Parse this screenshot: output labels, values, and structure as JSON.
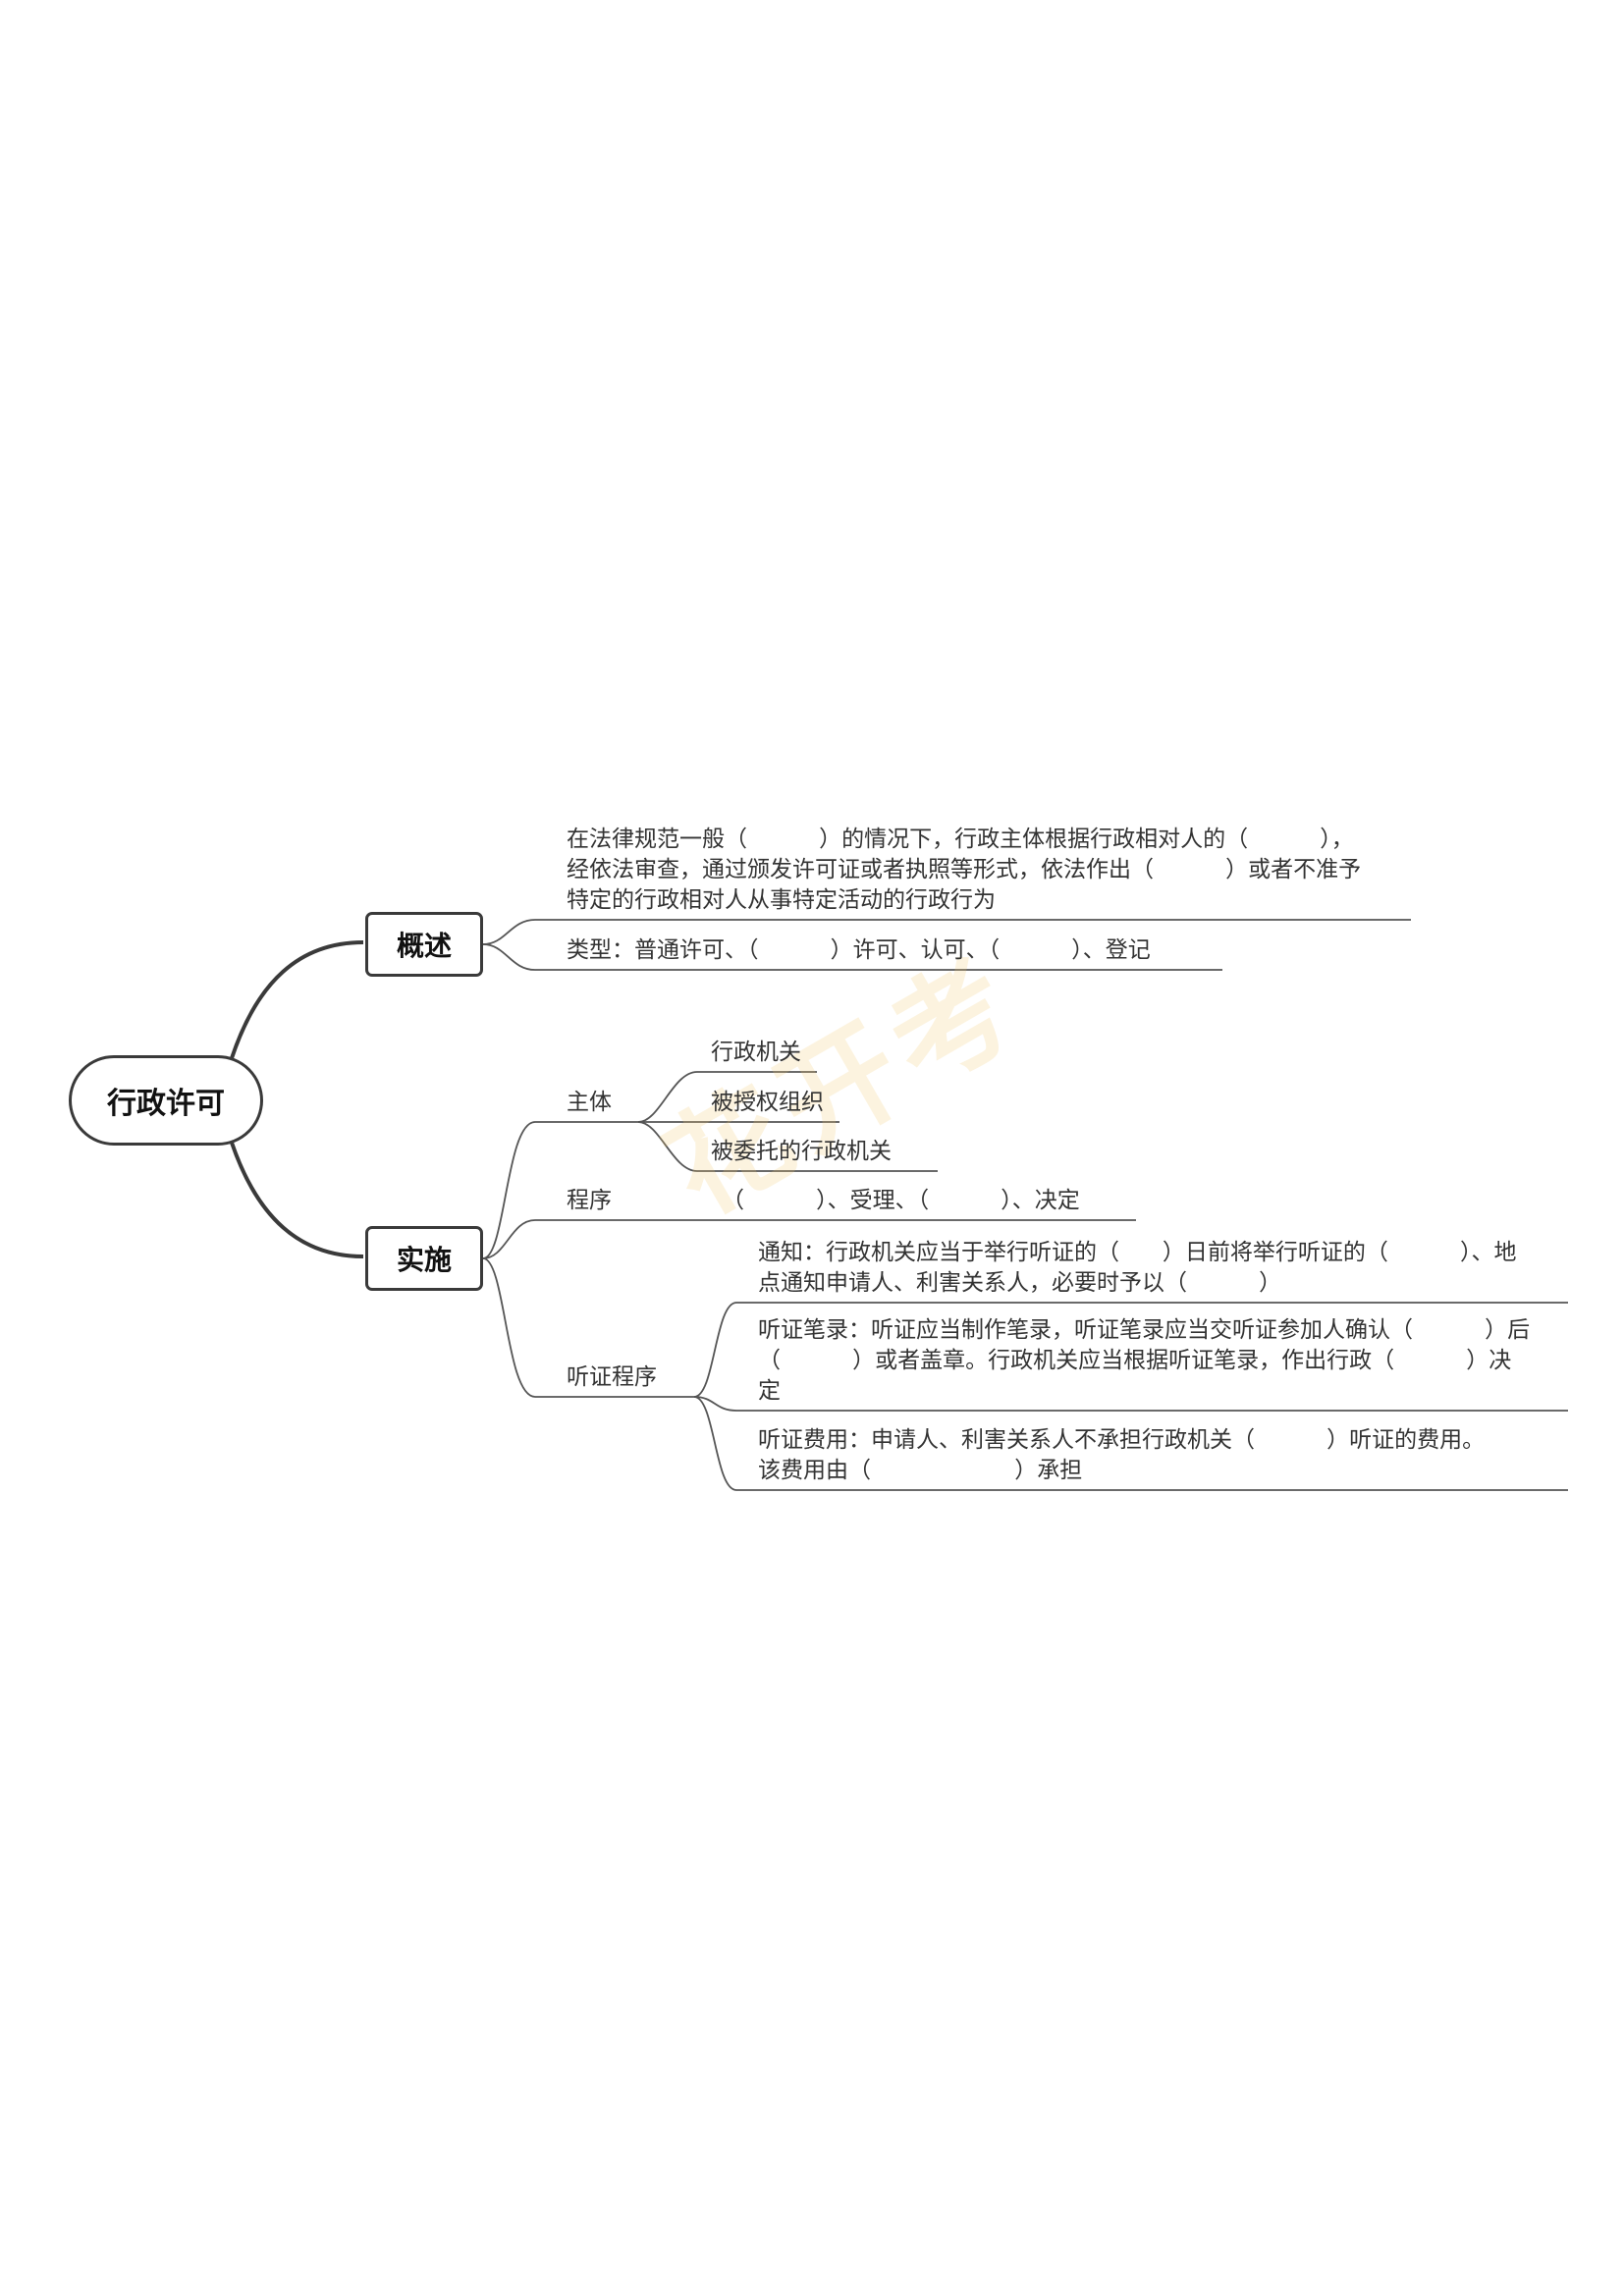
{
  "root": {
    "label": "行政许可"
  },
  "overview": {
    "label": "概述",
    "definition_lines": [
      "在法律规范一般（          ）的情况下，行政主体根据行政相对人的（          ），",
      "经依法审查，通过颁发许可证或者执照等形式，依法作出（          ）或者不准予",
      "特定的行政相对人从事特定活动的行政行为"
    ],
    "types": "类型：普通许可、（          ）许可、认可、（          ）、登记"
  },
  "implementation": {
    "label": "实施",
    "subject": {
      "label": "主体",
      "items": [
        "行政机关",
        "被授权组织",
        "被委托的行政机关"
      ]
    },
    "procedure": {
      "label": "程序",
      "text": "（          ）、受理、（          ）、决定"
    },
    "hearing": {
      "label": "听证程序",
      "notice": [
        "通知：行政机关应当于举行听证的（      ）日前将举行听证的（          ）、地",
        "点通知申请人、利害关系人，必要时予以（          ）"
      ],
      "record": [
        "听证笔录：听证应当制作笔录，听证笔录应当交听证参加人确认（          ）后",
        "（          ）或者盖章。行政机关应当根据听证笔录，作出行政（          ）决",
        "定"
      ],
      "fee": [
        "听证费用：申请人、利害关系人不承担行政机关（          ）听证的费用。",
        "该费用由（                    ）承担"
      ]
    }
  },
  "watermark": "花开考"
}
